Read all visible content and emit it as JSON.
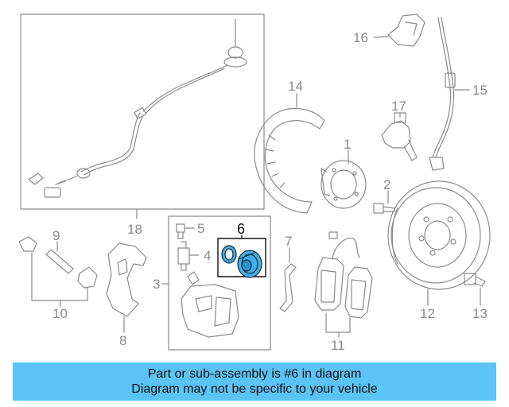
{
  "callouts": {
    "c1": "1",
    "c2": "2",
    "c3": "3",
    "c4": "4",
    "c5": "5",
    "c6": "6",
    "c7": "7",
    "c8": "8",
    "c9": "9",
    "c10": "10",
    "c11": "11",
    "c12": "12",
    "c13": "13",
    "c14": "14",
    "c15": "15",
    "c16": "16",
    "c17": "17",
    "c18": "18"
  },
  "highlighted_part": "6",
  "colors": {
    "line": "#8a8a8a",
    "highlight_fill": "#3fb1e8",
    "banner_bg": "#5bc3f5",
    "text": "#111111"
  },
  "banner": {
    "line1": "Part or sub-assembly is #6 in diagram",
    "line2": "Diagram may not be specific to your vehicle"
  }
}
